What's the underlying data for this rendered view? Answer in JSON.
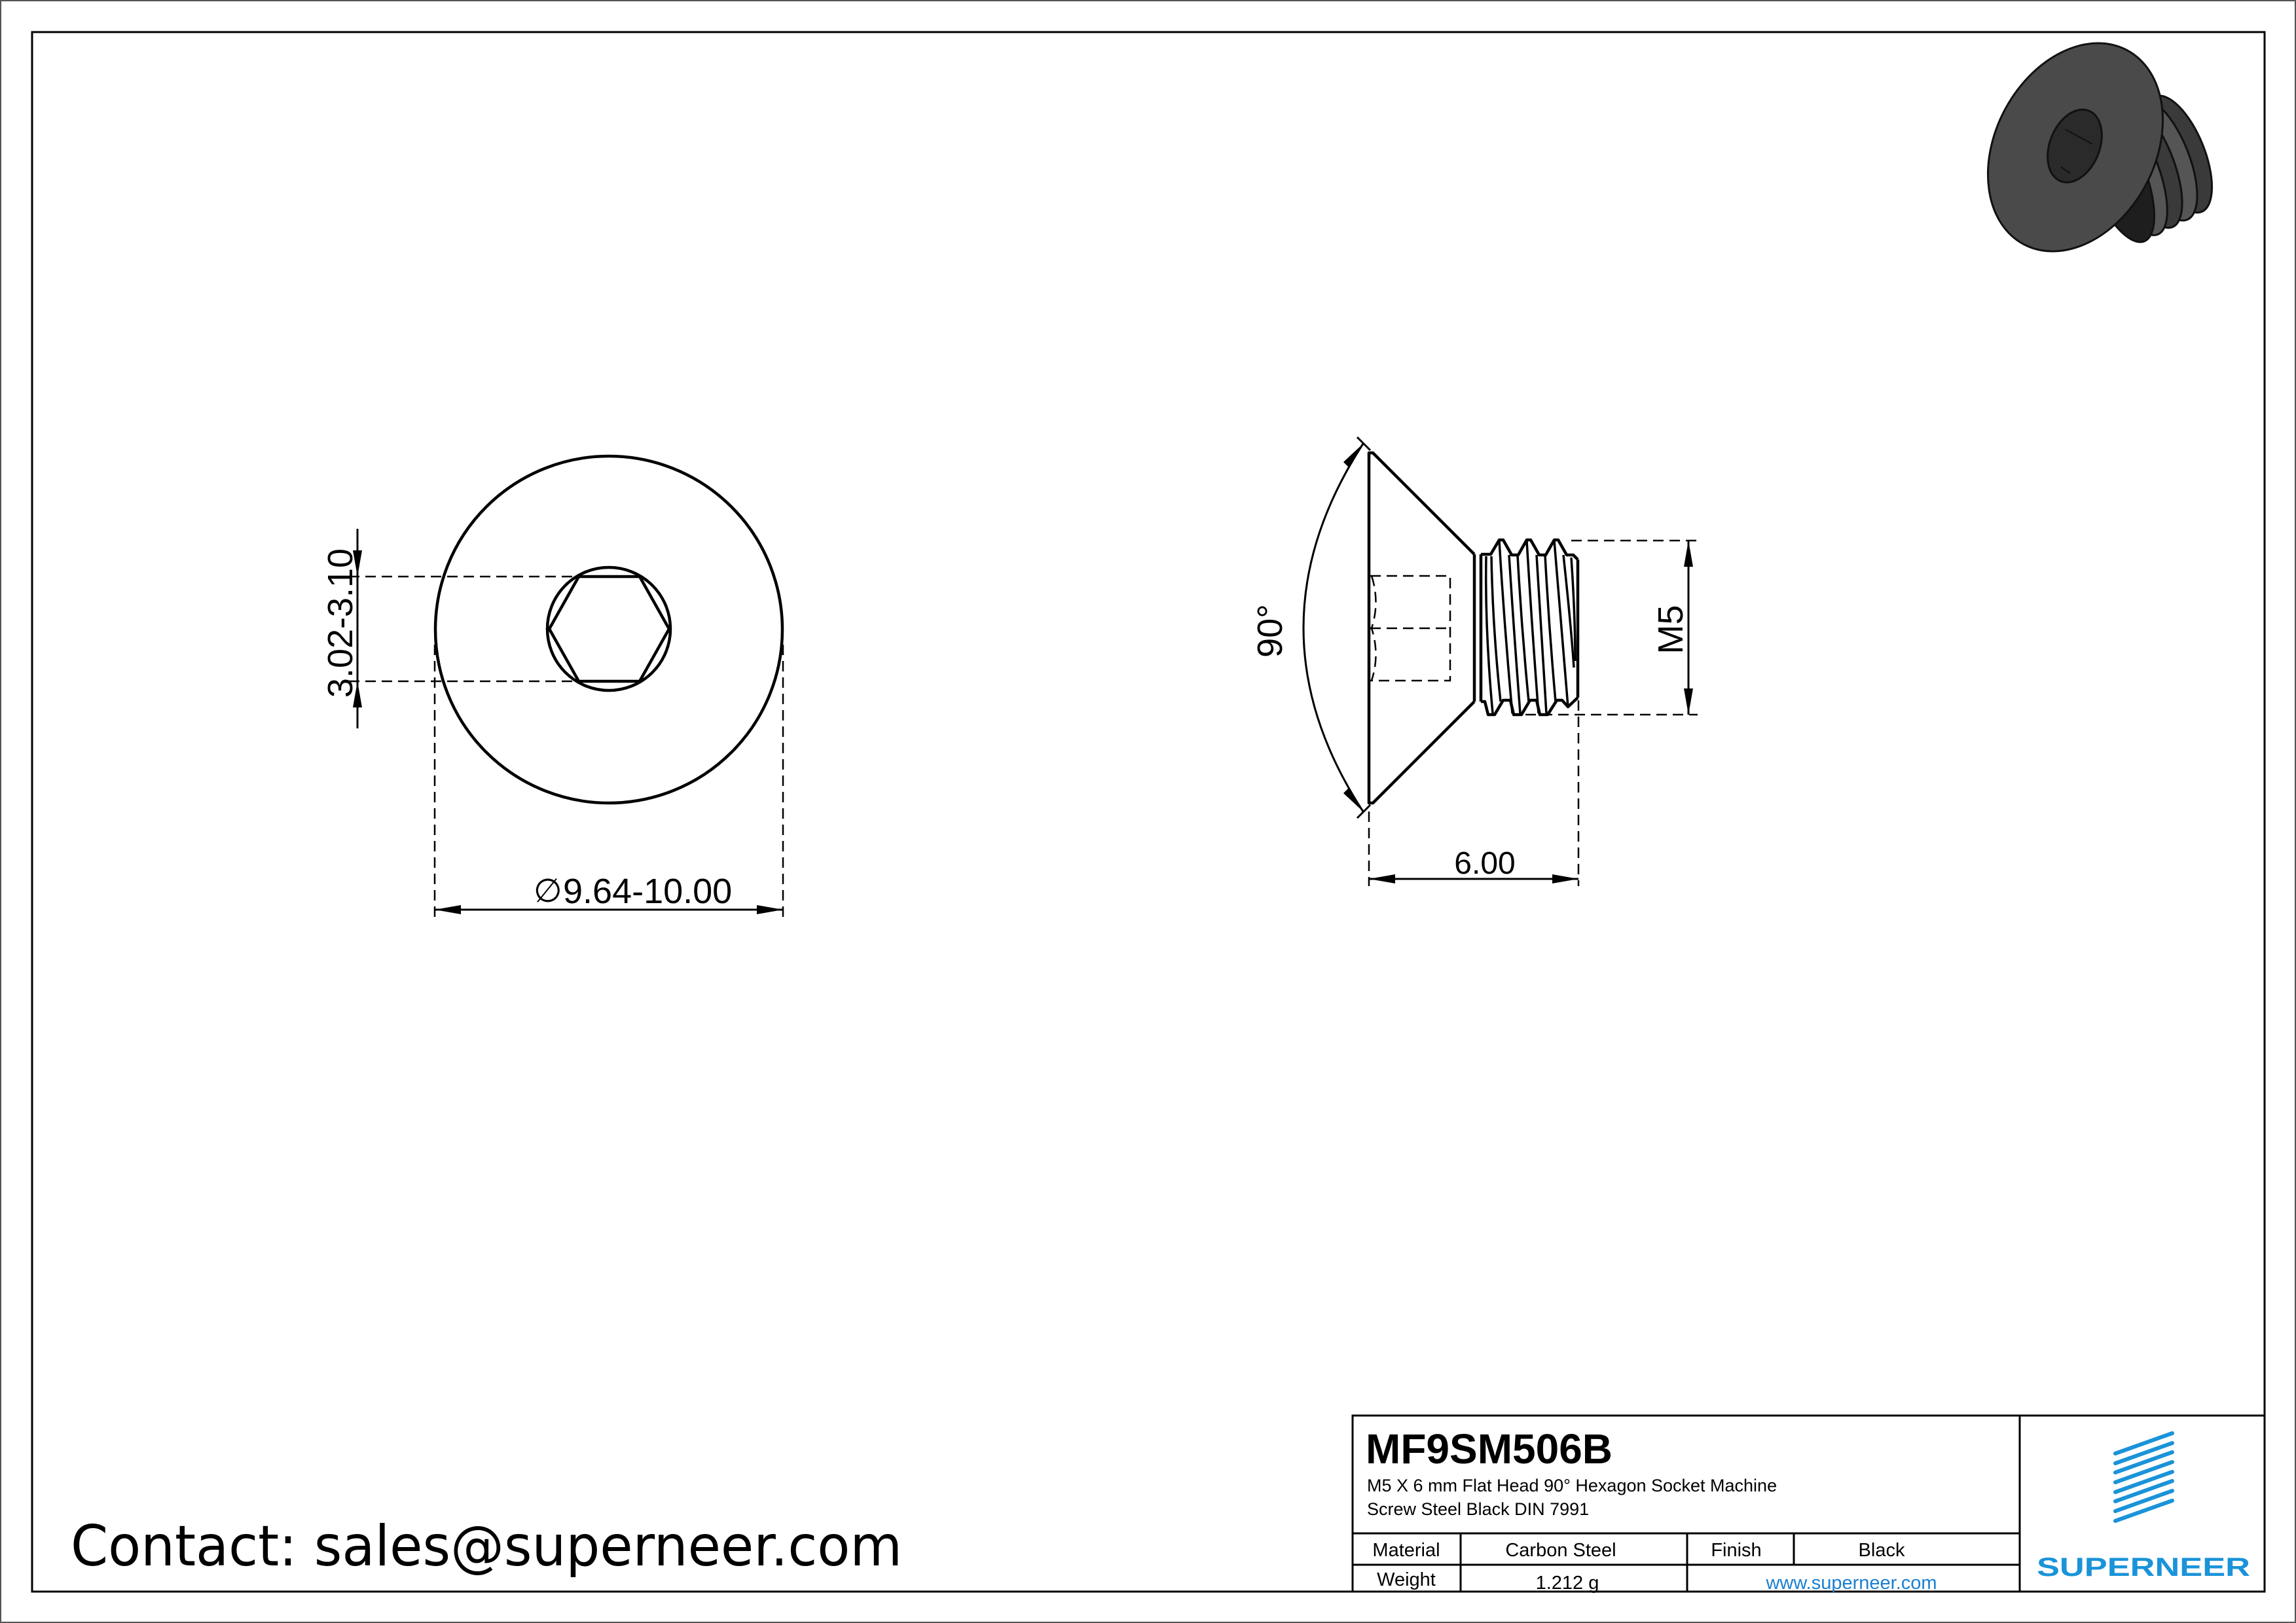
{
  "sheet": {
    "contact": "Contact: sales@superneer.com"
  },
  "front_view": {
    "socket_dim": "3.02-3.10",
    "diameter_symbol": "∅",
    "diameter_dim": "9.64-10.00"
  },
  "side_view": {
    "angle_dim": "90°",
    "thread_dim": "M5",
    "length_dim": "6.00"
  },
  "iso_view": {
    "label": "3d-preview",
    "body_color": "#4a4a4a",
    "shade_color": "#1e1e1e"
  },
  "title_block": {
    "part_number": "MF9SM506B",
    "description_line1": "M5 X 6 mm  Flat Head 90° Hexagon Socket Machine",
    "description_line2": "Screw Steel Black DIN 7991",
    "rows": [
      {
        "label1": "Material",
        "value1": "Carbon Steel",
        "label2": "Finish",
        "value2": "Black"
      },
      {
        "label1": "Weight",
        "value1": "1.212 g",
        "url": "www.superneer.com"
      }
    ],
    "logo_text": "SUPERNEER",
    "brand_color": "#1a93d9",
    "url_color": "#1a7fd0"
  }
}
